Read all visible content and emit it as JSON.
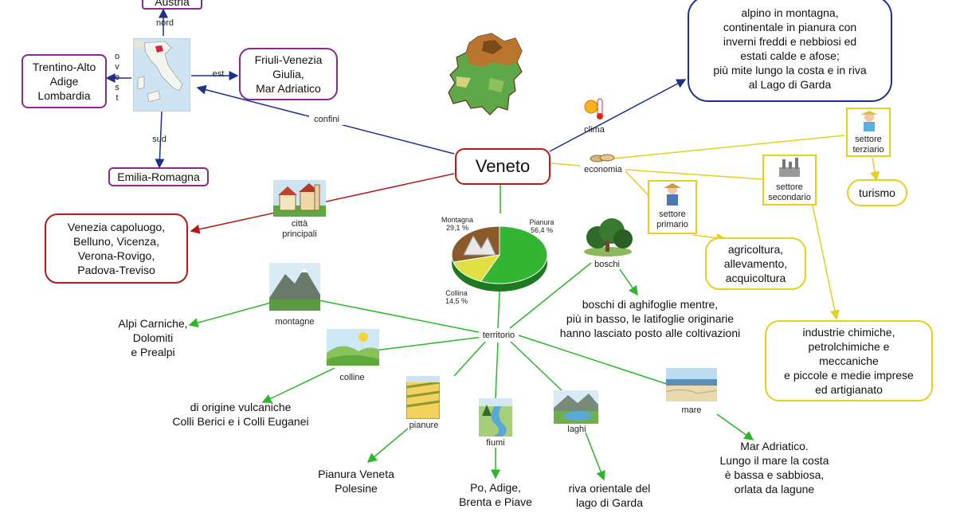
{
  "colors": {
    "confini": "#1f2f8e",
    "cities": "#b51a1a",
    "territory": "#28b828",
    "economy": "#e8cf1c",
    "clima": "#1f2f8e"
  },
  "center": {
    "title": "Veneto"
  },
  "confini": {
    "label": "confini",
    "north": "Austria",
    "north_label": "nord",
    "west": "Trentino-Alto\nAdige\nLombardia",
    "west_label": "o\nv\ne\ns\nt",
    "east": "Friuli-Venezia\nGiulia,\nMar Adriatico",
    "east_label": "est",
    "south": "Emilia-Romagna",
    "south_label": "sud"
  },
  "clima": {
    "label": "clima",
    "icon": "sun-thermometer-icon",
    "text": "alpino in montagna,\ncontinentale in pianura con\ninverni freddi e nebbiosi ed\nestati calde e afose;\npiù mite lungo la costa e in riva\nal Lago di Garda"
  },
  "cities": {
    "label": "città\nprincipali",
    "icon": "village-icon",
    "text": "Venezia capoluogo,\nBelluno, Vicenza,\nVerona-Rovigo,\nPadova-Treviso"
  },
  "economia": {
    "label": "economia",
    "icon": "coins-icon",
    "primario": {
      "label": "settore\nprimario",
      "icon": "farmer-icon",
      "text": "agricoltura,\nallevamento,\nacquicoltura"
    },
    "secondario": {
      "label": "settore\nsecondario",
      "icon": "factory-icon",
      "text": "industrie chimiche,\npetrolchimiche e\nmeccaniche\ne piccole e medie imprese\ned artigianato"
    },
    "terziario": {
      "label": "settore\nterziario",
      "icon": "tourist-icon",
      "text": "turismo"
    }
  },
  "territorio": {
    "label": "territorio",
    "montagne": {
      "label": "montagne",
      "icon": "mountain-icon",
      "text": "Alpi Carniche,\nDolomiti\ne Prealpi"
    },
    "colline": {
      "label": "colline",
      "icon": "hills-icon",
      "text": "di origine vulcaniche\nColli Berici e i Colli Euganei"
    },
    "pianure": {
      "label": "pianure",
      "icon": "plain-fields-icon",
      "text": "Pianura Veneta\nPolesine"
    },
    "fiumi": {
      "label": "fiumi",
      "icon": "river-icon",
      "text": "Po, Adige,\nBrenta e Piave"
    },
    "laghi": {
      "label": "laghi",
      "icon": "lake-icon",
      "text": "riva orientale del\nlago di Garda"
    },
    "mare": {
      "label": "mare",
      "icon": "beach-icon",
      "text": "Mar Adriatico.\nLungo il mare la costa\nè bassa e sabbiosa,\norlata da lagune"
    },
    "boschi": {
      "label": "boschi",
      "icon": "forest-icon",
      "text": "boschi di aghifoglie mentre,\npiù in basso, le latifoglie originarie\nhanno lasciato posto alle coltivazioni"
    }
  },
  "pie": {
    "montagna": "Montagna\n29,1 %",
    "pianura": "Pianura\n56,4 %",
    "collina": "Collina\n14,5 %",
    "values": [
      29.1,
      56.4,
      14.5
    ],
    "colors": [
      "#8a5a2a",
      "#33b433",
      "#e0e040"
    ]
  },
  "icons": {
    "map_italy": "italy-map-icon",
    "map_veneto": "veneto-map-icon"
  }
}
